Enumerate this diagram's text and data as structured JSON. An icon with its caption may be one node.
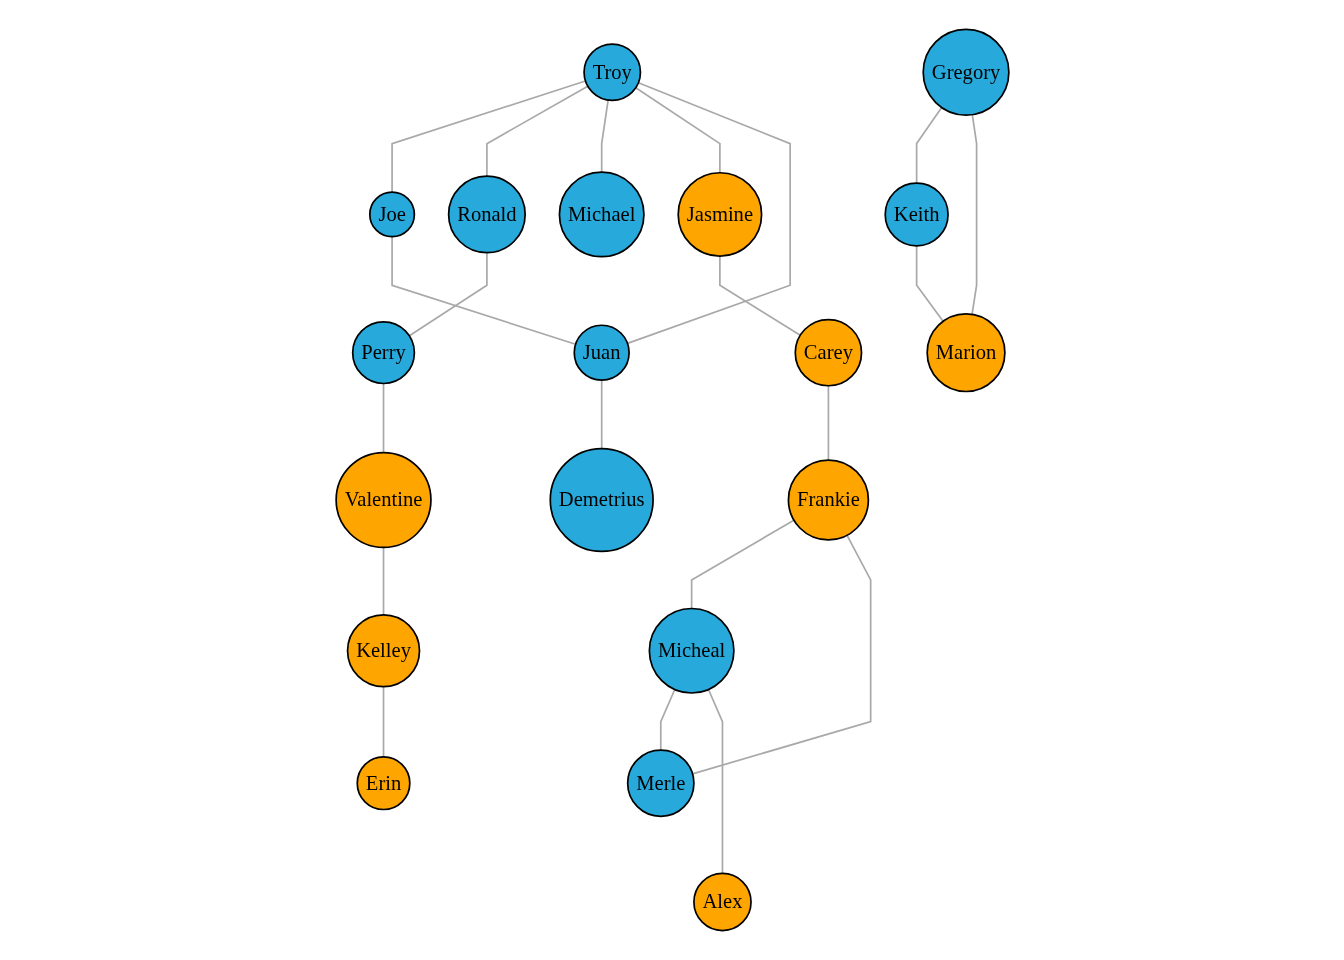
{
  "diagram": {
    "nodes": [
      {
        "text": [
          "Troy"
        ]
      },
      {
        "text": [
          "Gregory"
        ]
      },
      {
        "text": [
          "Joe"
        ]
      },
      {
        "text": [
          "Ronald"
        ]
      },
      {
        "text": [
          "Michael"
        ]
      },
      {
        "text": [
          "Jasmine"
        ]
      },
      {
        "text": [
          "Juan"
        ]
      },
      {
        "text": [
          "Keith"
        ]
      },
      {
        "text": [
          "Marion"
        ]
      },
      {
        "text": [
          "Perry"
        ]
      },
      {
        "text": [
          "Carey"
        ]
      },
      {
        "text": [
          "Demetrius"
        ]
      },
      {
        "text": [
          "Valentine"
        ]
      },
      {
        "text": [
          "Frankie"
        ]
      },
      {
        "text": [
          "Kelley"
        ]
      },
      {
        "text": [
          "Micheal"
        ]
      },
      {
        "text": [
          "Merle"
        ]
      },
      {
        "text": [
          "Erin"
        ]
      },
      {
        "text": [
          "Alex"
        ]
      }
    ],
    "edges": [
      {
        "from": 0,
        "to": 2,
        "arrow": "none"
      },
      {
        "from": 0,
        "to": 3,
        "arrow": "none"
      },
      {
        "from": 0,
        "to": 4,
        "arrow": "none"
      },
      {
        "from": 0,
        "to": 5,
        "arrow": "none"
      },
      {
        "from": 0,
        "to": 6,
        "arrow": "none"
      },
      {
        "from": 2,
        "to": 6,
        "arrow": "none"
      },
      {
        "from": 1,
        "to": 7,
        "arrow": "none"
      },
      {
        "from": 1,
        "to": 8,
        "arrow": "none"
      },
      {
        "from": 7,
        "to": 8,
        "arrow": "none"
      },
      {
        "from": 3,
        "to": 9,
        "arrow": "none"
      },
      {
        "from": 5,
        "to": 10,
        "arrow": "none"
      },
      {
        "from": 6,
        "to": 11,
        "arrow": "none"
      },
      {
        "from": 9,
        "to": 12,
        "arrow": "none"
      },
      {
        "from": 10,
        "to": 13,
        "arrow": "none"
      },
      {
        "from": 12,
        "to": 14,
        "arrow": "none"
      },
      {
        "from": 13,
        "to": 15,
        "arrow": "none"
      },
      {
        "from": 13,
        "to": 16,
        "arrow": "none"
      },
      {
        "from": 15,
        "to": 16,
        "arrow": "none"
      },
      {
        "from": 14,
        "to": 17,
        "arrow": "none"
      },
      {
        "from": 15,
        "to": 18,
        "arrow": "none"
      }
    ]
  }
}
